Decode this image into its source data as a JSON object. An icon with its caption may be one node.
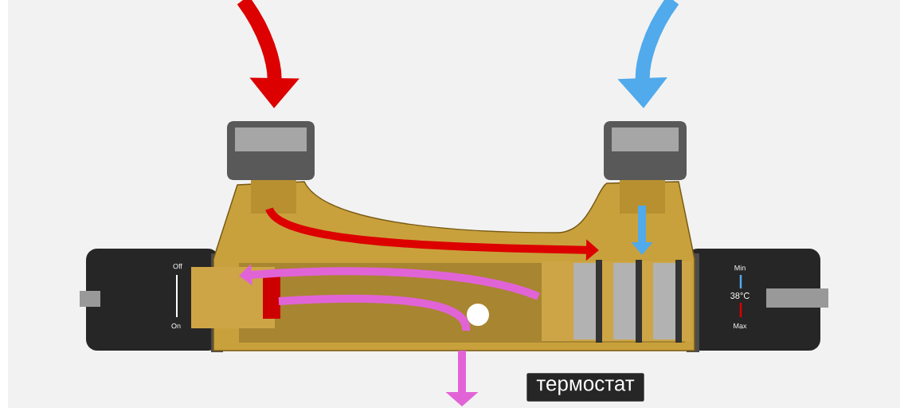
{
  "diagram": {
    "nodes": [
      {
        "text": [
          "термостат"
        ]
      }
    ],
    "labels": [
      "Off",
      "On",
      "Min",
      "38°C",
      "Max"
    ]
  }
}
